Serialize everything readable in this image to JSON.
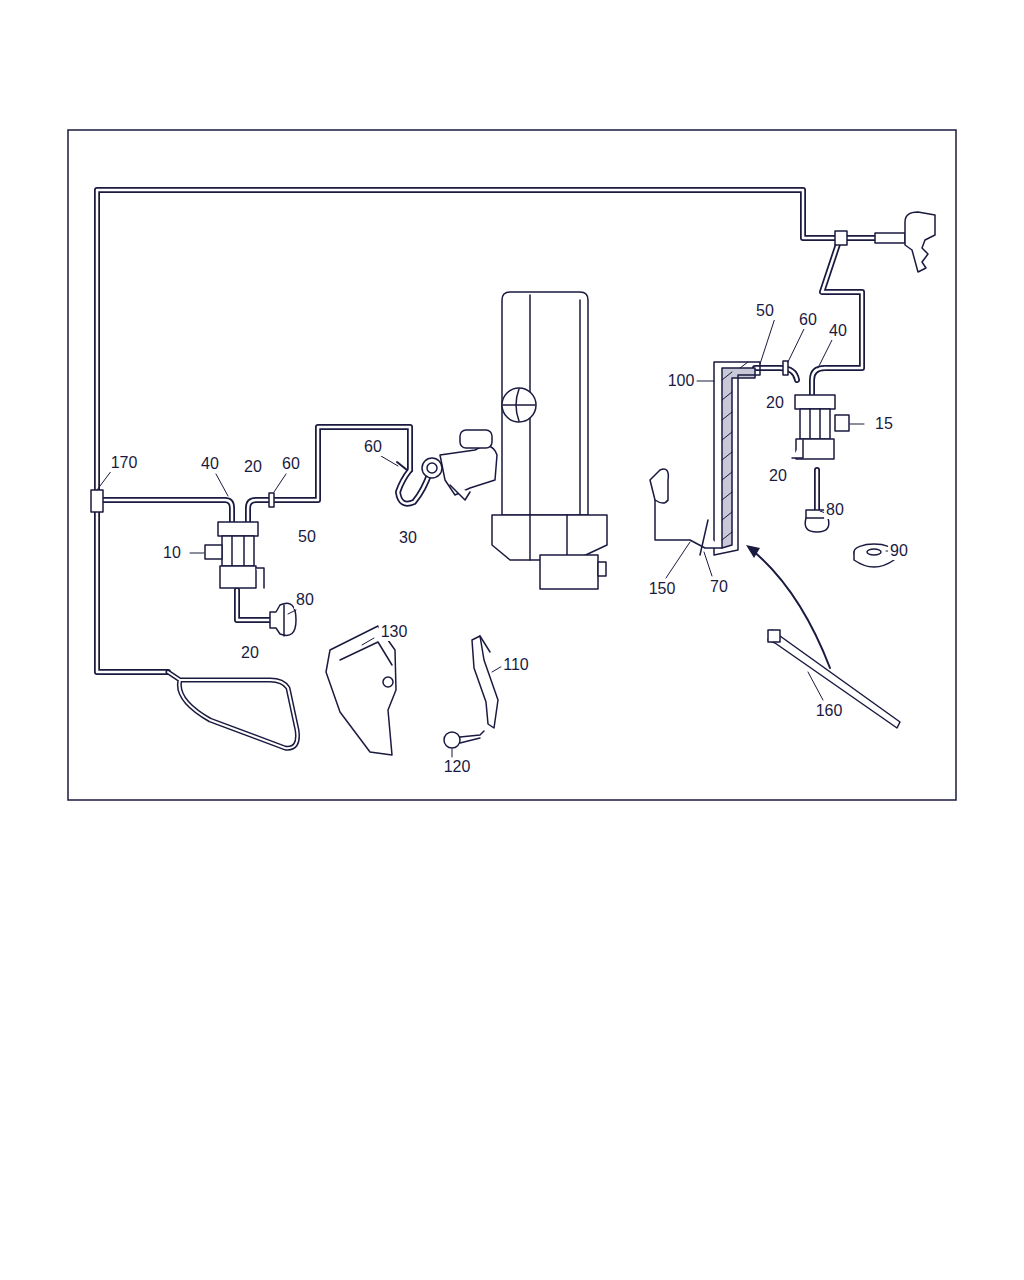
{
  "diagram": {
    "labels": [
      "50",
      "60",
      "40",
      "100",
      "20",
      "15",
      "60",
      "170",
      "40",
      "20",
      "60",
      "20",
      "80",
      "10",
      "50",
      "30",
      "90",
      "80",
      "150",
      "70",
      "130",
      "20",
      "110",
      "160",
      "120"
    ]
  }
}
